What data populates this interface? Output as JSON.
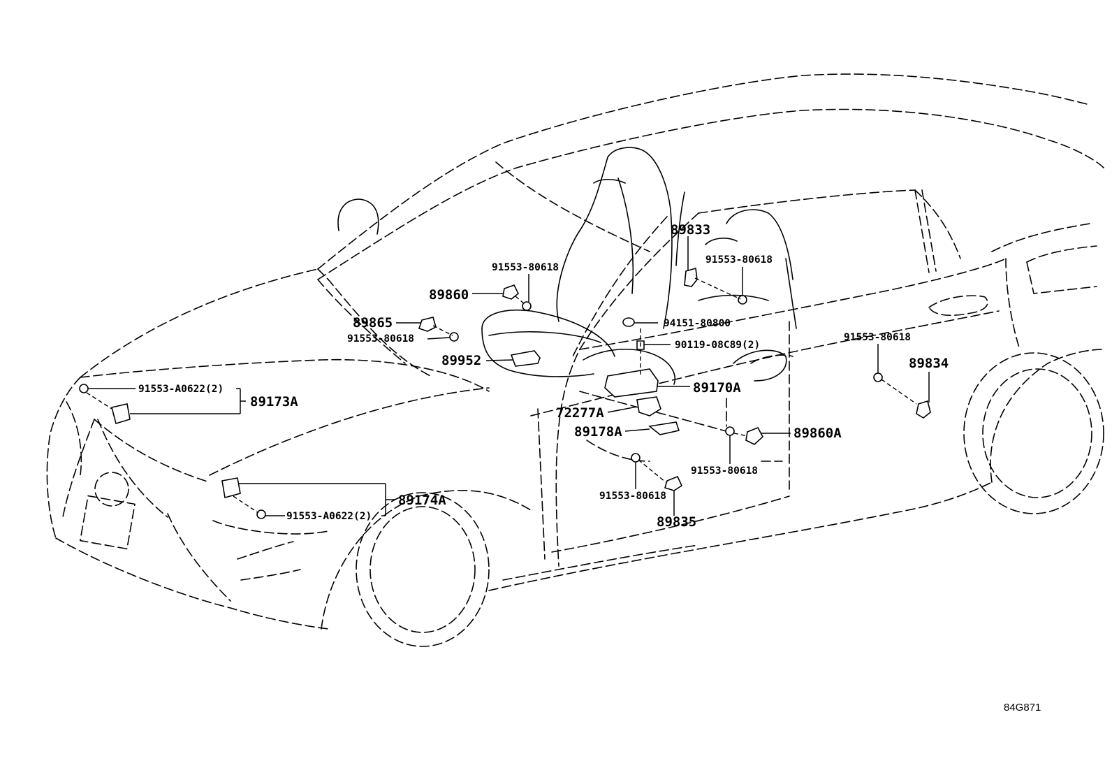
{
  "labels": {
    "p89833": "89833",
    "p91553_80618_a": "91553-80618",
    "p91553_80618_b": "91553-80618",
    "p89860": "89860",
    "p89865": "89865",
    "p91553_80618_c": "91553-80618",
    "p94151_80800": "94151-80800",
    "p90119_08C89": "90119-08C89(2)",
    "p89952": "89952",
    "p91553_80618_d": "91553-80618",
    "p89834": "89834",
    "p91553_A0622_a": "91553-A0622(2)",
    "p89173A": "89173A",
    "p89170A": "89170A",
    "p72277A": "72277A",
    "p89178A": "89178A",
    "p89860A": "89860A",
    "p91553_80618_e": "91553-80618",
    "p91553_80618_f": "91553-80618",
    "p89835": "89835",
    "p89174A": "89174A",
    "p91553_A0622_b": "91553-A0622(2)"
  },
  "figure_ref": "84G871"
}
